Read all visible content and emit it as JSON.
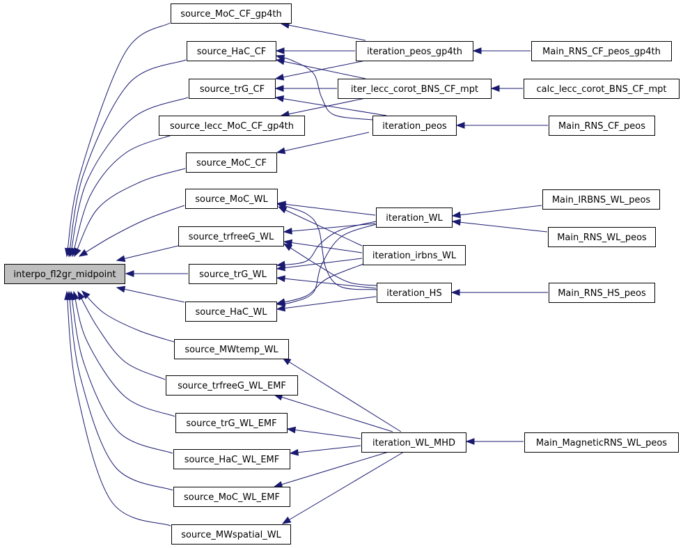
{
  "graph": {
    "nodes": {
      "interpo_fl2gr_midpoint": "interpo_fl2gr_midpoint",
      "source_MoC_CF_gp4th": "source_MoC_CF_gp4th",
      "source_HaC_CF": "source_HaC_CF",
      "source_trG_CF": "source_trG_CF",
      "source_lecc_MoC_CF_gp4th": "source_lecc_MoC_CF_gp4th",
      "source_MoC_CF": "source_MoC_CF",
      "source_MoC_WL": "source_MoC_WL",
      "source_trfreeG_WL": "source_trfreeG_WL",
      "source_trG_WL": "source_trG_WL",
      "source_HaC_WL": "source_HaC_WL",
      "source_MWtemp_WL": "source_MWtemp_WL",
      "source_trfreeG_WL_EMF": "source_trfreeG_WL_EMF",
      "source_trG_WL_EMF": "source_trG_WL_EMF",
      "source_HaC_WL_EMF": "source_HaC_WL_EMF",
      "source_MoC_WL_EMF": "source_MoC_WL_EMF",
      "source_MWspatial_WL": "source_MWspatial_WL",
      "iteration_peos_gp4th": "iteration_peos_gp4th",
      "iter_lecc_corot_BNS_CF_mpt": "iter_lecc_corot_BNS_CF_mpt",
      "iteration_peos": "iteration_peos",
      "iteration_WL": "iteration_WL",
      "iteration_irbns_WL": "iteration_irbns_WL",
      "iteration_HS": "iteration_HS",
      "iteration_WL_MHD": "iteration_WL_MHD",
      "Main_RNS_CF_peos_gp4th": "Main_RNS_CF_peos_gp4th",
      "calc_lecc_corot_BNS_CF_mpt": "calc_lecc_corot_BNS_CF_mpt",
      "Main_RNS_CF_peos": "Main_RNS_CF_peos",
      "Main_IRBNS_WL_peos": "Main_IRBNS_WL_peos",
      "Main_RNS_WL_peos": "Main_RNS_WL_peos",
      "Main_RNS_HS_peos": "Main_RNS_HS_peos",
      "Main_MagneticRNS_WL_peos": "Main_MagneticRNS_WL_peos"
    },
    "root": "interpo_fl2gr_midpoint",
    "edges": [
      [
        "source_MoC_CF_gp4th",
        "interpo_fl2gr_midpoint"
      ],
      [
        "source_HaC_CF",
        "interpo_fl2gr_midpoint"
      ],
      [
        "source_trG_CF",
        "interpo_fl2gr_midpoint"
      ],
      [
        "source_lecc_MoC_CF_gp4th",
        "interpo_fl2gr_midpoint"
      ],
      [
        "source_MoC_CF",
        "interpo_fl2gr_midpoint"
      ],
      [
        "source_MoC_WL",
        "interpo_fl2gr_midpoint"
      ],
      [
        "source_trfreeG_WL",
        "interpo_fl2gr_midpoint"
      ],
      [
        "source_trG_WL",
        "interpo_fl2gr_midpoint"
      ],
      [
        "source_HaC_WL",
        "interpo_fl2gr_midpoint"
      ],
      [
        "source_MWtemp_WL",
        "interpo_fl2gr_midpoint"
      ],
      [
        "source_trfreeG_WL_EMF",
        "interpo_fl2gr_midpoint"
      ],
      [
        "source_trG_WL_EMF",
        "interpo_fl2gr_midpoint"
      ],
      [
        "source_HaC_WL_EMF",
        "interpo_fl2gr_midpoint"
      ],
      [
        "source_MoC_WL_EMF",
        "interpo_fl2gr_midpoint"
      ],
      [
        "source_MWspatial_WL",
        "interpo_fl2gr_midpoint"
      ],
      [
        "iteration_peos_gp4th",
        "source_MoC_CF_gp4th"
      ],
      [
        "iteration_peos_gp4th",
        "source_HaC_CF"
      ],
      [
        "iteration_peos_gp4th",
        "source_trG_CF"
      ],
      [
        "iter_lecc_corot_BNS_CF_mpt",
        "source_HaC_CF"
      ],
      [
        "iter_lecc_corot_BNS_CF_mpt",
        "source_trG_CF"
      ],
      [
        "iter_lecc_corot_BNS_CF_mpt",
        "source_lecc_MoC_CF_gp4th"
      ],
      [
        "iteration_peos",
        "source_HaC_CF"
      ],
      [
        "iteration_peos",
        "source_trG_CF"
      ],
      [
        "iteration_peos",
        "source_MoC_CF"
      ],
      [
        "iteration_WL",
        "source_MoC_WL"
      ],
      [
        "iteration_WL",
        "source_trfreeG_WL"
      ],
      [
        "iteration_WL",
        "source_trG_WL"
      ],
      [
        "iteration_WL",
        "source_HaC_WL"
      ],
      [
        "iteration_irbns_WL",
        "source_MoC_WL"
      ],
      [
        "iteration_irbns_WL",
        "source_trfreeG_WL"
      ],
      [
        "iteration_irbns_WL",
        "source_trG_WL"
      ],
      [
        "iteration_irbns_WL",
        "source_HaC_WL"
      ],
      [
        "iteration_HS",
        "source_MoC_WL"
      ],
      [
        "iteration_HS",
        "source_trfreeG_WL"
      ],
      [
        "iteration_HS",
        "source_trG_WL"
      ],
      [
        "iteration_HS",
        "source_HaC_WL"
      ],
      [
        "iteration_WL_MHD",
        "source_MWtemp_WL"
      ],
      [
        "iteration_WL_MHD",
        "source_trfreeG_WL_EMF"
      ],
      [
        "iteration_WL_MHD",
        "source_trG_WL_EMF"
      ],
      [
        "iteration_WL_MHD",
        "source_HaC_WL_EMF"
      ],
      [
        "iteration_WL_MHD",
        "source_MoC_WL_EMF"
      ],
      [
        "iteration_WL_MHD",
        "source_MWspatial_WL"
      ],
      [
        "Main_RNS_CF_peos_gp4th",
        "iteration_peos_gp4th"
      ],
      [
        "calc_lecc_corot_BNS_CF_mpt",
        "iter_lecc_corot_BNS_CF_mpt"
      ],
      [
        "Main_RNS_CF_peos",
        "iteration_peos"
      ],
      [
        "Main_IRBNS_WL_peos",
        "iteration_WL"
      ],
      [
        "Main_RNS_WL_peos",
        "iteration_WL"
      ],
      [
        "Main_RNS_HS_peos",
        "iteration_HS"
      ],
      [
        "Main_MagneticRNS_WL_peos",
        "iteration_WL_MHD"
      ]
    ]
  },
  "colors": {
    "edge": "#191970",
    "root_fill": "#bfbfbf",
    "node_fill": "#ffffff",
    "node_border": "#000000"
  }
}
